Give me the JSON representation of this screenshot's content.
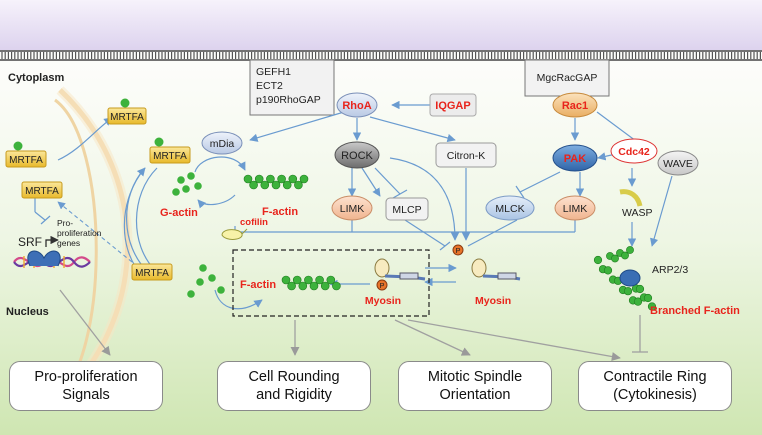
{
  "labels": {
    "cytoplasm": "Cytoplasm",
    "nucleus": "Nucleus",
    "gef_box": [
      "GEFH1",
      "ECT2",
      "p190RhoGAP"
    ],
    "mgcracgap": "MgcRacGAP",
    "rhoa": "RhoA",
    "iqgap": "IQGAP",
    "rac1": "Rac1",
    "mdia": "mDia",
    "rock": "ROCK",
    "citron_k": "Citron-K",
    "pak": "PAK",
    "cdc42": "Cdc42",
    "wave": "WAVE",
    "limk_left": "LIMK",
    "mlcp": "MLCP",
    "mlck": "MLCK",
    "limk_right": "LIMK",
    "mrtfa_top": "MRTFA",
    "mrtfa_left": "MRTFA",
    "mrtfa_mid": "MRTFA",
    "mrtfa_nuc": "MRTFA",
    "mrtfa_low": "MRTFA",
    "g_actin": "G-actin",
    "f_actin_top": "F-actin",
    "cofilin": "cofilin",
    "srf": "SRF",
    "pro_prolif_genes": [
      "Pro-",
      "proliferation",
      "genes"
    ],
    "f_actin_box": "F-actin",
    "myosin_box": "Myosin",
    "phospho": "P",
    "myosin_right": "Myosin",
    "wasp": "WASP",
    "arp23": "ARP2/3",
    "branched": "Branched F-actin"
  },
  "outcomes": [
    "Pro-proliferation\nSignals",
    "Cell Rounding\nand Rigidity",
    "Mitotic Spindle\nOrientation",
    "Contractile Ring\n(Cytokinesis)"
  ],
  "colors": {
    "membrane_band": "#ddd6ee",
    "rhoa_fill": "#cfd9ec",
    "iqgap_fill": "#e8e8e8",
    "rac1_fill": "#f0c892",
    "pak_fill": "#4f86c6",
    "wave_fill": "#dcdcdc",
    "rock_fill": "#8c8c8c",
    "limk_fill": "#f6cbb0",
    "mlck_fill": "#c9daf0",
    "mrtfa_fill": "#f4d04e",
    "actin_green": "#3db23c",
    "arrow_blue": "#6a9bd0",
    "highlight_red": "#e8241c"
  }
}
